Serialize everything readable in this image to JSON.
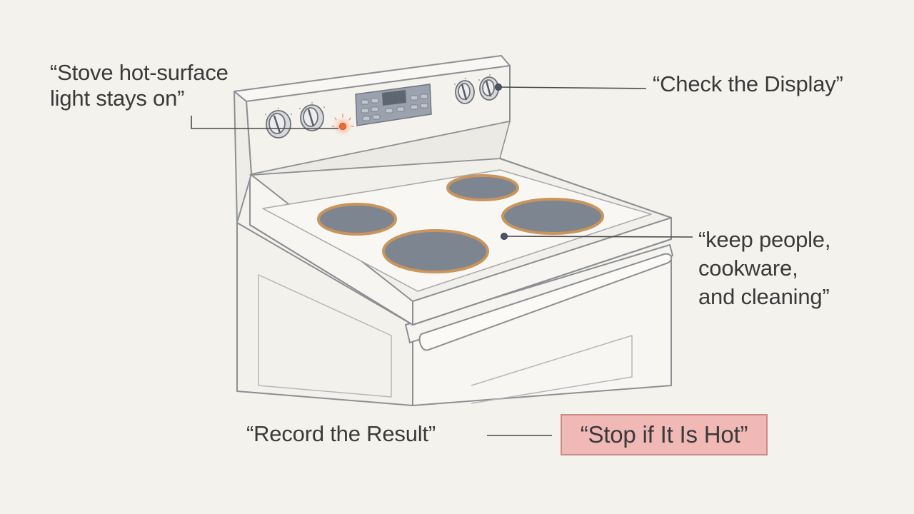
{
  "labels": {
    "hot_surface_light": "“Stove hot-surface\nlight stays on”",
    "check_display": "“Check the Display”",
    "keep_people": "“keep people,\ncookware,\nand cleaning”",
    "record_result": "“Record the Result”",
    "stop_if_hot": "“Stop if It Is Hot”"
  },
  "colors": {
    "background": "#f3f2ed",
    "stove_body": "#f7f6f2",
    "outline": "#8d8f93",
    "burner_fill": "#7d8590",
    "burner_ring": "#c9955c",
    "indicator_light": "#ef6a3a",
    "stop_box_fill": "#f1b9b6",
    "text": "#3a3a3a"
  },
  "icons": {
    "indicator": "hot-surface-indicator-light",
    "knobs": "control-knob-icon",
    "display": "digital-display-panel"
  }
}
